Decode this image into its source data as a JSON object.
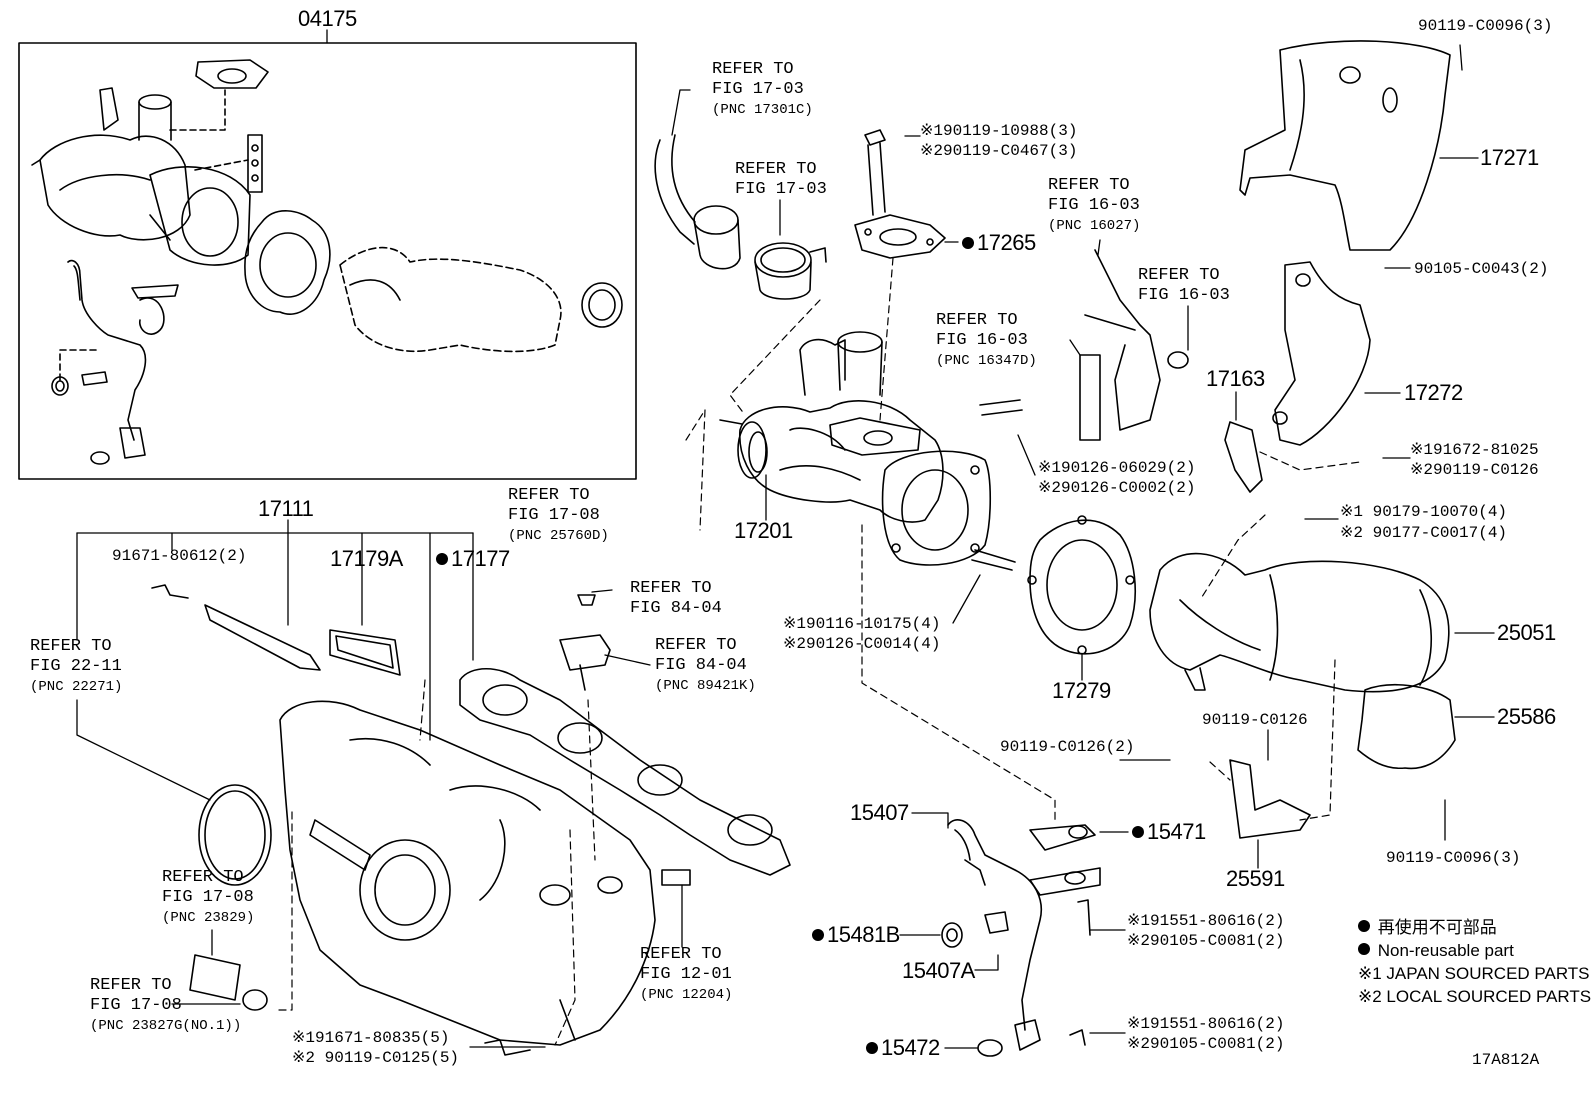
{
  "colors": {
    "line": "#000000",
    "background": "#ffffff"
  },
  "part_numbers": {
    "p04175": "04175",
    "p17111": "17111",
    "p17179a": "17179A",
    "p17177": "17177",
    "p17201": "17201",
    "p17265": "17265",
    "p17271": "17271",
    "p17272": "17272",
    "p17163": "17163",
    "p25051": "25051",
    "p25586": "25586",
    "p17279": "17279",
    "p25591": "25591",
    "p15407": "15407",
    "p15471": "15471",
    "p15481b": "15481B",
    "p15407a": "15407A",
    "p15472": "15472",
    "fig_code": "17A812A"
  },
  "fasteners": {
    "f90119_c0096_top": "90119-C0096(3)",
    "f90105_c0043": "90105-C0043(2)",
    "f91671_80612": "91671-80612(2)",
    "f90119_c0126_2": "90119-C0126(2)",
    "f90119_c0126": "90119-C0126",
    "f90119_c0096_bot": "90119-C0096(3)",
    "bolt_top": [
      "※190119-10988(3)",
      "※290119-C0467(3)"
    ],
    "stud_mid": [
      "※190126-06029(2)",
      "※290126-C0002(2)"
    ],
    "bolt_17163": [
      "※191672-81025",
      "※290119-C0126"
    ],
    "nut_25051": [
      "※1 90179-10070(4)",
      "※2 90177-C0017(4)"
    ],
    "stud_low": [
      "※190116-10175(4)",
      "※290126-C0014(4)"
    ],
    "bolt_15471": [
      "※191551-80616(2)",
      "※290105-C0081(2)"
    ],
    "bolt_15472": [
      "※191551-80616(2)",
      "※290105-C0081(2)"
    ],
    "bolt_manifold": [
      "※191671-80835(5)",
      "※2 90119-C0125(5)"
    ]
  },
  "refs": {
    "r17301c": [
      "REFER TO",
      "FIG 17-03",
      "(PNC 17301C)"
    ],
    "r17_03": [
      "REFER TO",
      "FIG 17-03"
    ],
    "r16027": [
      "REFER TO",
      "FIG 16-03",
      "(PNC 16027)"
    ],
    "r16_03": [
      "REFER TO",
      "FIG 16-03"
    ],
    "r16347d": [
      "REFER TO",
      "FIG 16-03",
      "(PNC 16347D)"
    ],
    "r25760d": [
      "REFER TO",
      "FIG 17-08",
      "(PNC 25760D)"
    ],
    "r84_04": [
      "REFER TO",
      "FIG 84-04"
    ],
    "r89421k": [
      "REFER TO",
      "FIG 84-04",
      "(PNC 89421K)"
    ],
    "r22271": [
      "REFER TO",
      "FIG 22-11",
      "(PNC 22271)"
    ],
    "r23829": [
      "REFER TO",
      "FIG 17-08",
      "(PNC 23829)"
    ],
    "r23827g": [
      "REFER TO",
      "FIG 17-08",
      "(PNC 23827G(NO.1))"
    ],
    "r12204": [
      "REFER TO",
      "FIG 12-01",
      "(PNC 12204)"
    ]
  },
  "legend": {
    "non_reuse_jp": "再使用不可部品",
    "non_reuse_en": "Non-reusable part",
    "japan": "※1 JAPAN SOURCED PARTS",
    "local": "※2 LOCAL SOURCED PARTS"
  }
}
